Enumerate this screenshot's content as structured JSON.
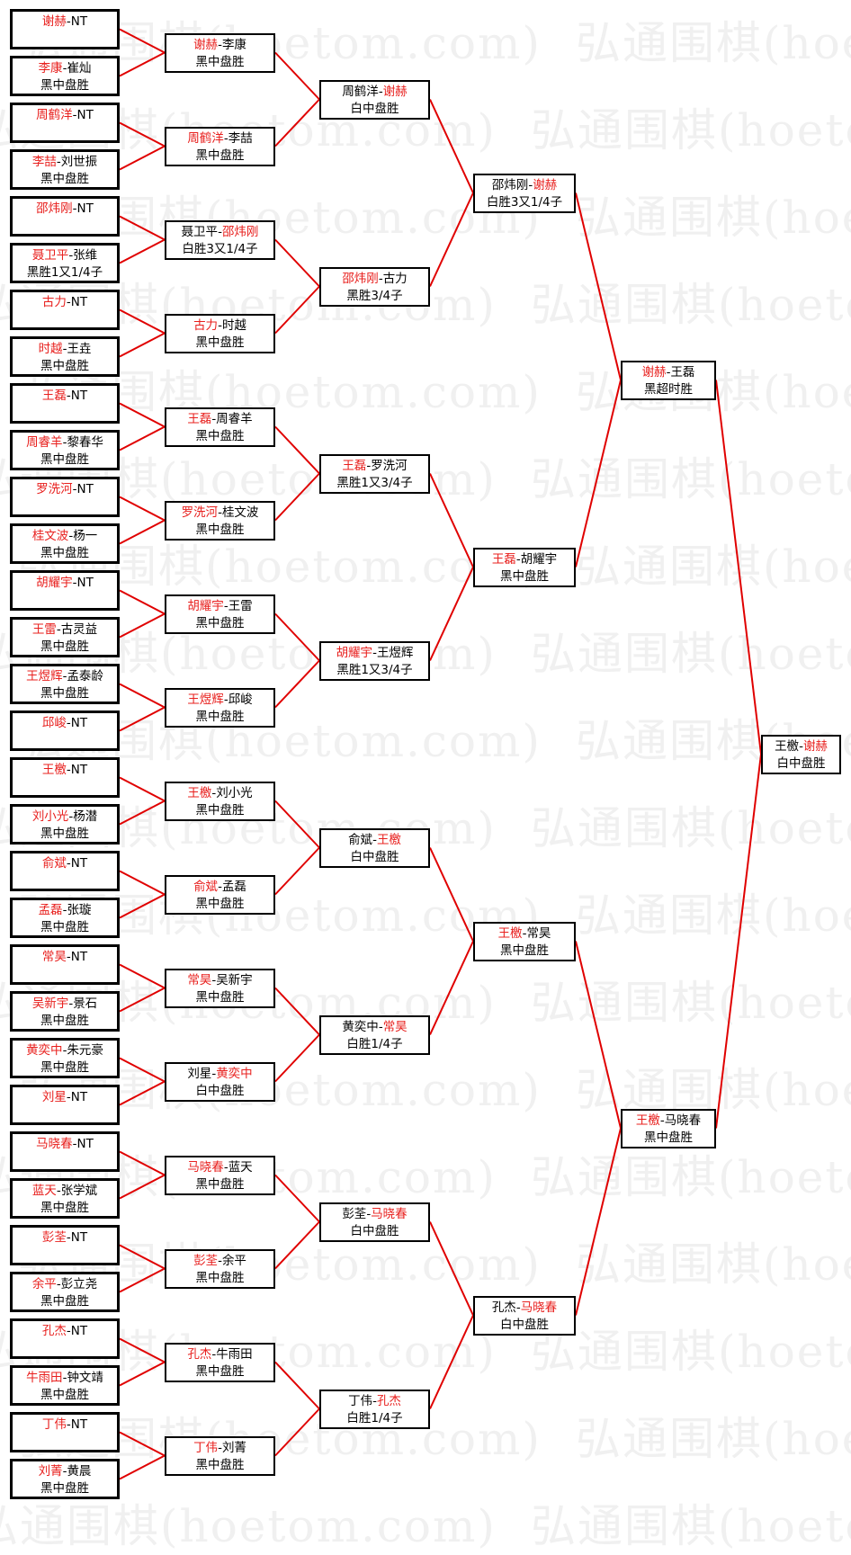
{
  "watermark": "弘通围棋(hoetom.com)",
  "colors": {
    "line": "#e00000",
    "winner": "#e8201e",
    "border": "#000000"
  },
  "rounds": [
    {
      "matches": [
        {
          "a": "谢赫",
          "b": "NT",
          "winner": 0,
          "result": ""
        },
        {
          "a": "李康",
          "b": "崔灿",
          "winner": 0,
          "result": "黑中盘胜"
        },
        {
          "a": "周鹤洋",
          "b": "NT",
          "winner": 0,
          "result": ""
        },
        {
          "a": "李喆",
          "b": "刘世振",
          "winner": 0,
          "result": "黑中盘胜"
        },
        {
          "a": "邵炜刚",
          "b": "NT",
          "winner": 0,
          "result": ""
        },
        {
          "a": "聂卫平",
          "b": "张维",
          "winner": 0,
          "result": "黑胜1又1/4子"
        },
        {
          "a": "古力",
          "b": "NT",
          "winner": 0,
          "result": ""
        },
        {
          "a": "时越",
          "b": "王垚",
          "winner": 0,
          "result": "黑中盘胜"
        },
        {
          "a": "王磊",
          "b": "NT",
          "winner": 0,
          "result": ""
        },
        {
          "a": "周睿羊",
          "b": "黎春华",
          "winner": 0,
          "result": "黑中盘胜"
        },
        {
          "a": "罗洗河",
          "b": "NT",
          "winner": 0,
          "result": ""
        },
        {
          "a": "桂文波",
          "b": "杨一",
          "winner": 0,
          "result": "黑中盘胜"
        },
        {
          "a": "胡耀宇",
          "b": "NT",
          "winner": 0,
          "result": ""
        },
        {
          "a": "王雷",
          "b": "古灵益",
          "winner": 0,
          "result": "黑中盘胜"
        },
        {
          "a": "王煜辉",
          "b": "孟泰龄",
          "winner": 0,
          "result": "黑中盘胜"
        },
        {
          "a": "邱峻",
          "b": "NT",
          "winner": 0,
          "result": ""
        },
        {
          "a": "王檄",
          "b": "NT",
          "winner": 0,
          "result": ""
        },
        {
          "a": "刘小光",
          "b": "杨潜",
          "winner": 0,
          "result": "黑中盘胜"
        },
        {
          "a": "俞斌",
          "b": "NT",
          "winner": 0,
          "result": ""
        },
        {
          "a": "孟磊",
          "b": "张璇",
          "winner": 0,
          "result": "黑中盘胜"
        },
        {
          "a": "常昊",
          "b": "NT",
          "winner": 0,
          "result": ""
        },
        {
          "a": "吴新宇",
          "b": "景石",
          "winner": 0,
          "result": "黑中盘胜"
        },
        {
          "a": "黄奕中",
          "b": "朱元豪",
          "winner": 0,
          "result": "黑中盘胜"
        },
        {
          "a": "刘星",
          "b": "NT",
          "winner": 0,
          "result": ""
        },
        {
          "a": "马晓春",
          "b": "NT",
          "winner": 0,
          "result": ""
        },
        {
          "a": "蓝天",
          "b": "张学斌",
          "winner": 0,
          "result": "黑中盘胜"
        },
        {
          "a": "彭荃",
          "b": "NT",
          "winner": 0,
          "result": ""
        },
        {
          "a": "余平",
          "b": "彭立尧",
          "winner": 0,
          "result": "黑中盘胜"
        },
        {
          "a": "孔杰",
          "b": "NT",
          "winner": 0,
          "result": ""
        },
        {
          "a": "牛雨田",
          "b": "钟文靖",
          "winner": 0,
          "result": "黑中盘胜"
        },
        {
          "a": "丁伟",
          "b": "NT",
          "winner": 0,
          "result": ""
        },
        {
          "a": "刘菁",
          "b": "黄晨",
          "winner": 0,
          "result": "黑中盘胜"
        }
      ]
    },
    {
      "matches": [
        {
          "a": "谢赫",
          "b": "李康",
          "winner": 0,
          "result": "黑中盘胜"
        },
        {
          "a": "周鹤洋",
          "b": "李喆",
          "winner": 0,
          "result": "黑中盘胜"
        },
        {
          "a": "聂卫平",
          "b": "邵炜刚",
          "winner": 1,
          "result": "白胜3又1/4子"
        },
        {
          "a": "古力",
          "b": "时越",
          "winner": 0,
          "result": "黑中盘胜"
        },
        {
          "a": "王磊",
          "b": "周睿羊",
          "winner": 0,
          "result": "黑中盘胜"
        },
        {
          "a": "罗洗河",
          "b": "桂文波",
          "winner": 0,
          "result": "黑中盘胜"
        },
        {
          "a": "胡耀宇",
          "b": "王雷",
          "winner": 0,
          "result": "黑中盘胜"
        },
        {
          "a": "王煜辉",
          "b": "邱峻",
          "winner": 0,
          "result": "黑中盘胜"
        },
        {
          "a": "王檄",
          "b": "刘小光",
          "winner": 0,
          "result": "黑中盘胜"
        },
        {
          "a": "俞斌",
          "b": "孟磊",
          "winner": 0,
          "result": "黑中盘胜"
        },
        {
          "a": "常昊",
          "b": "吴新宇",
          "winner": 0,
          "result": "黑中盘胜"
        },
        {
          "a": "刘星",
          "b": "黄奕中",
          "winner": 1,
          "result": "白中盘胜"
        },
        {
          "a": "马晓春",
          "b": "蓝天",
          "winner": 0,
          "result": "黑中盘胜"
        },
        {
          "a": "彭荃",
          "b": "余平",
          "winner": 0,
          "result": "黑中盘胜"
        },
        {
          "a": "孔杰",
          "b": "牛雨田",
          "winner": 0,
          "result": "黑中盘胜"
        },
        {
          "a": "丁伟",
          "b": "刘菁",
          "winner": 0,
          "result": "黑中盘胜"
        }
      ]
    },
    {
      "matches": [
        {
          "a": "周鹤洋",
          "b": "谢赫",
          "winner": 1,
          "result": "白中盘胜"
        },
        {
          "a": "邵炜刚",
          "b": "古力",
          "winner": 0,
          "result": "黑胜3/4子"
        },
        {
          "a": "王磊",
          "b": "罗洗河",
          "winner": 0,
          "result": "黑胜1又3/4子"
        },
        {
          "a": "胡耀宇",
          "b": "王煜辉",
          "winner": 0,
          "result": "黑胜1又3/4子"
        },
        {
          "a": "俞斌",
          "b": "王檄",
          "winner": 1,
          "result": "白中盘胜"
        },
        {
          "a": "黄奕中",
          "b": "常昊",
          "winner": 1,
          "result": "白胜1/4子"
        },
        {
          "a": "彭荃",
          "b": "马晓春",
          "winner": 1,
          "result": "白中盘胜"
        },
        {
          "a": "丁伟",
          "b": "孔杰",
          "winner": 1,
          "result": "白胜1/4子"
        }
      ]
    },
    {
      "matches": [
        {
          "a": "邵炜刚",
          "b": "谢赫",
          "winner": 1,
          "result": "白胜3又1/4子"
        },
        {
          "a": "王磊",
          "b": "胡耀宇",
          "winner": 0,
          "result": "黑中盘胜"
        },
        {
          "a": "王檄",
          "b": "常昊",
          "winner": 0,
          "result": "黑中盘胜"
        },
        {
          "a": "孔杰",
          "b": "马晓春",
          "winner": 1,
          "result": "白中盘胜"
        }
      ]
    },
    {
      "matches": [
        {
          "a": "谢赫",
          "b": "王磊",
          "winner": 0,
          "result": "黑超时胜"
        },
        {
          "a": "王檄",
          "b": "马晓春",
          "winner": 0,
          "result": "黑中盘胜"
        }
      ]
    },
    {
      "matches": [
        {
          "a": "王檄",
          "b": "谢赫",
          "winner": 1,
          "result": "白中盘胜"
        }
      ]
    }
  ]
}
